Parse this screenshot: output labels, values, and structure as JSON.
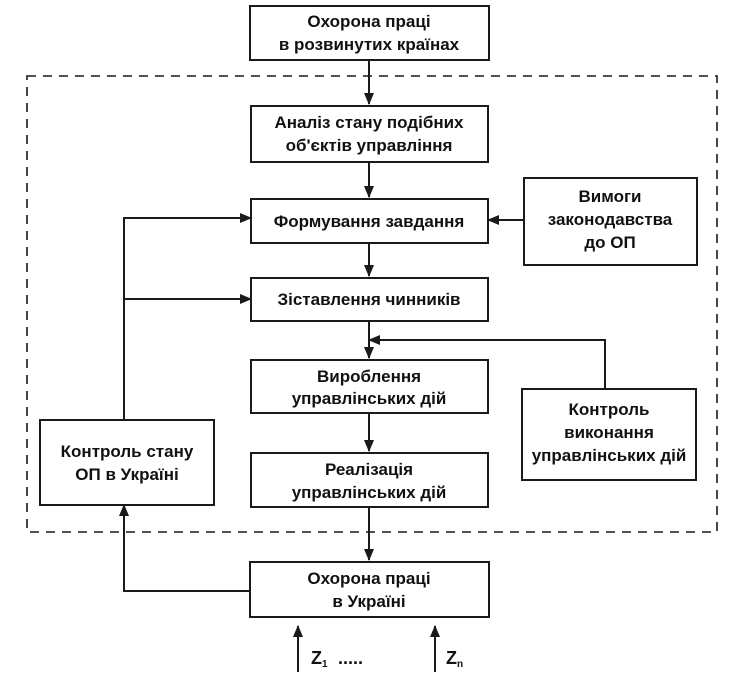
{
  "chart_data": {
    "type": "diagram",
    "nodes": [
      {
        "id": "n_top",
        "lines": [
          "Охорона праці",
          "в розвинутих країнах"
        ]
      },
      {
        "id": "n_analysis",
        "lines": [
          "Аналіз стану подібних",
          "об'єктів управління"
        ]
      },
      {
        "id": "n_task",
        "lines": [
          "Формування завдання"
        ]
      },
      {
        "id": "n_law",
        "lines": [
          "Вимоги",
          "законодавства",
          "до ОП"
        ]
      },
      {
        "id": "n_compare",
        "lines": [
          "Зіставлення чинників"
        ]
      },
      {
        "id": "n_develop",
        "lines": [
          "Вироблення",
          "управлінських дій"
        ]
      },
      {
        "id": "n_exec_ctrl",
        "lines": [
          "Контроль",
          "виконання",
          "управлінських дій"
        ]
      },
      {
        "id": "n_state_ctrl",
        "lines": [
          "Контроль стану",
          "ОП в Україні"
        ]
      },
      {
        "id": "n_implement",
        "lines": [
          "Реалізація",
          "управлінських дій"
        ]
      },
      {
        "id": "n_bottom",
        "lines": [
          "Охорона праці",
          "в Україні"
        ]
      }
    ],
    "edges": [
      {
        "from": "n_top",
        "to": "n_analysis"
      },
      {
        "from": "n_analysis",
        "to": "n_task"
      },
      {
        "from": "n_law",
        "to": "n_task"
      },
      {
        "from": "n_task",
        "to": "n_compare"
      },
      {
        "from": "n_compare",
        "to": "n_develop"
      },
      {
        "from": "n_exec_ctrl",
        "to": "n_develop"
      },
      {
        "from": "n_develop",
        "to": "n_implement"
      },
      {
        "from": "n_implement",
        "to": "n_bottom"
      },
      {
        "from": "n_bottom",
        "to": "n_state_ctrl"
      },
      {
        "from": "n_state_ctrl",
        "to": "n_task"
      },
      {
        "from": "n_state_ctrl",
        "to": "n_compare"
      }
    ],
    "inputs": [
      {
        "symbol": "Z",
        "subscript": "1"
      },
      {
        "symbol": "Z",
        "subscript": "n"
      }
    ],
    "inputs_separator": "....."
  }
}
